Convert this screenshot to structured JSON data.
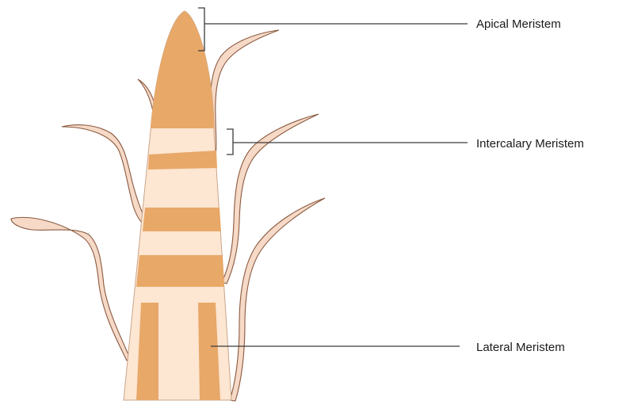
{
  "labels": {
    "apical": "Apical Meristem",
    "intercalary": "Intercalary Meristem",
    "lateral": "Lateral Meristem"
  },
  "colors": {
    "meristem": "#e8a868",
    "stem_light": "#fde6d2",
    "leaf": "#f6d9c7",
    "outline": "#8a5a40",
    "line": "#3a3a3a"
  }
}
